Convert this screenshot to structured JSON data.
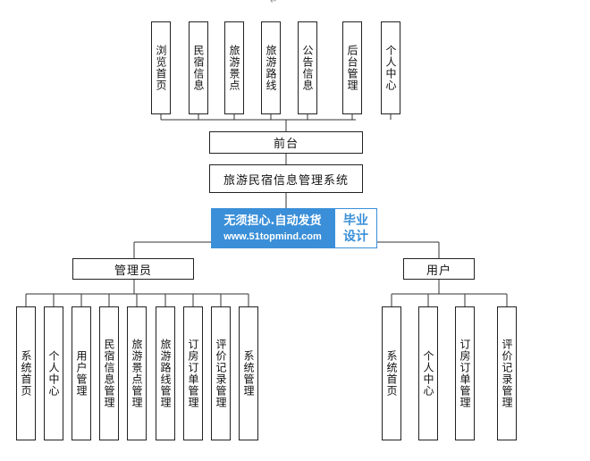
{
  "top_modules": [
    "浏览首页",
    "民宿信息",
    "旅游景点",
    "旅游路线",
    "公告信息",
    "后台管理",
    "个人中心"
  ],
  "frontend": "前台",
  "system": "旅游民宿信息管理系统",
  "admin": "管理员",
  "user": "用户",
  "admin_modules": [
    "系统首页",
    "个人中心",
    "用户管理",
    "民宿信息管理",
    "旅游景点管理",
    "旅游路线管理",
    "订房订单管理",
    "评价记录管理",
    "系统管理"
  ],
  "user_modules": [
    "系统首页",
    "个人中心",
    "订房订单管理",
    "评价记录管理"
  ],
  "watermark": {
    "line1": "无须担心.自动发货",
    "line2": "www.51topmind.com",
    "badge1": "毕业",
    "badge2": "设计"
  },
  "return_mark": "↵"
}
